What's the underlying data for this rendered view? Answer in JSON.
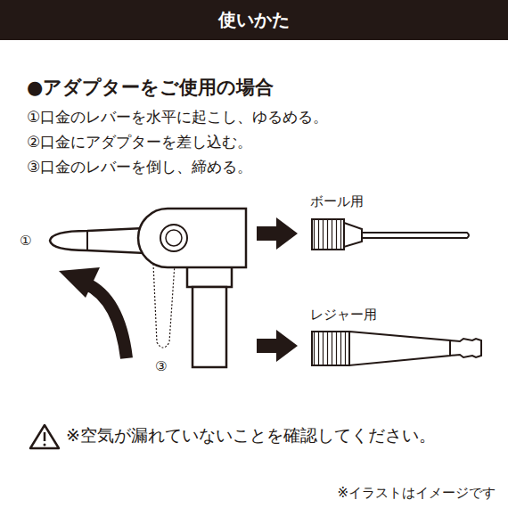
{
  "diagram": {
    "title": "使いかた",
    "labels": [
      "●アダプターをご使用の場合",
      "①口金のレバーを水平に起こし、ゆるめる。",
      "②口金にアダプターを差し込む。",
      "③口金のレバーを倒し、締める。",
      "①",
      "③",
      "ボール用",
      "レジャー用",
      "※空気が漏れていないことを確認してください。",
      "※イラストはイメージです"
    ]
  }
}
